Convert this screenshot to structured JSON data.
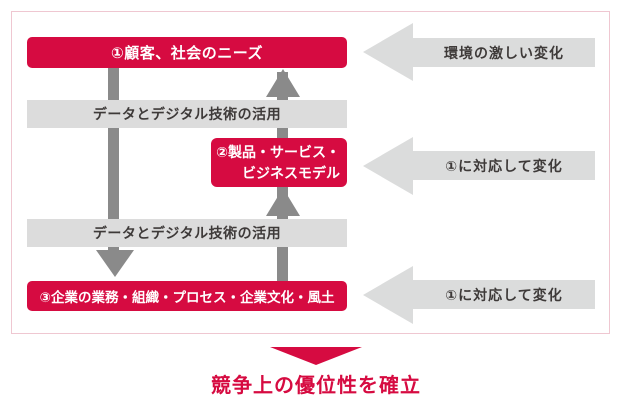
{
  "colors": {
    "accent_red": "#d60b41",
    "connector_gray": "#8a8a8a",
    "bar_gray": "#dcdcdc",
    "side_arrow_gray": "#dbdcdc",
    "frame_pink": "#efc7d1",
    "text_dark": "#3e3a39",
    "text_on_red": "#ffffff"
  },
  "flow": {
    "step1": "①顧客、社会のニーズ",
    "data_use_top": "データとデジタル技術の活用",
    "step2_line1": "②製品・サービス・",
    "step2_line2": "ビジネスモデル",
    "data_use_bottom": "データとデジタル技術の活用",
    "step3": "③企業の業務・組織・プロセス・企業文化・風土"
  },
  "side_arrows": [
    {
      "label": "環境の激しい変化"
    },
    {
      "label": "①に対応して変化"
    },
    {
      "label": "①に対応して変化"
    }
  ],
  "footer": {
    "label": "競争上の優位性を確立"
  }
}
